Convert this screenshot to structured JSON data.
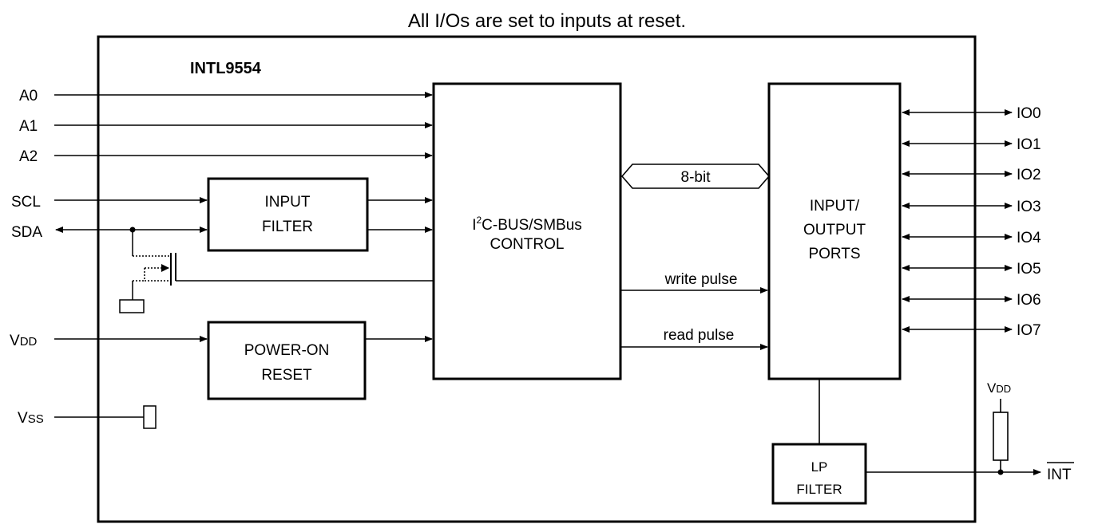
{
  "header": {
    "note": "All I/Os are set to inputs at reset."
  },
  "chip": {
    "name": "INTL9554"
  },
  "pins_left": {
    "a0": "A0",
    "a1": "A1",
    "a2": "A2",
    "scl": "SCL",
    "sda": "SDA",
    "vdd_main": "V",
    "vdd_sub": "DD",
    "vss_main": "V",
    "vss_sub": "SS"
  },
  "blocks": {
    "input_filter": [
      "INPUT",
      "FILTER"
    ],
    "power_on_reset": [
      "POWER-ON",
      "RESET"
    ],
    "i2c_control": {
      "prefix": "I",
      "sup": "2",
      "suffix": "C-BUS/SMBus",
      "line2": "CONTROL"
    },
    "io_ports": [
      "INPUT/",
      "OUTPUT",
      "PORTS"
    ],
    "lp_filter": [
      "LP",
      "FILTER"
    ]
  },
  "signals": {
    "bus": "8-bit",
    "write": "write pulse",
    "read": "read pulse"
  },
  "pins_right": [
    "IO0",
    "IO1",
    "IO2",
    "IO3",
    "IO4",
    "IO5",
    "IO6",
    "IO7"
  ],
  "int_out": {
    "label": "INT",
    "pullup_main": "V",
    "pullup_sub": "DD"
  }
}
